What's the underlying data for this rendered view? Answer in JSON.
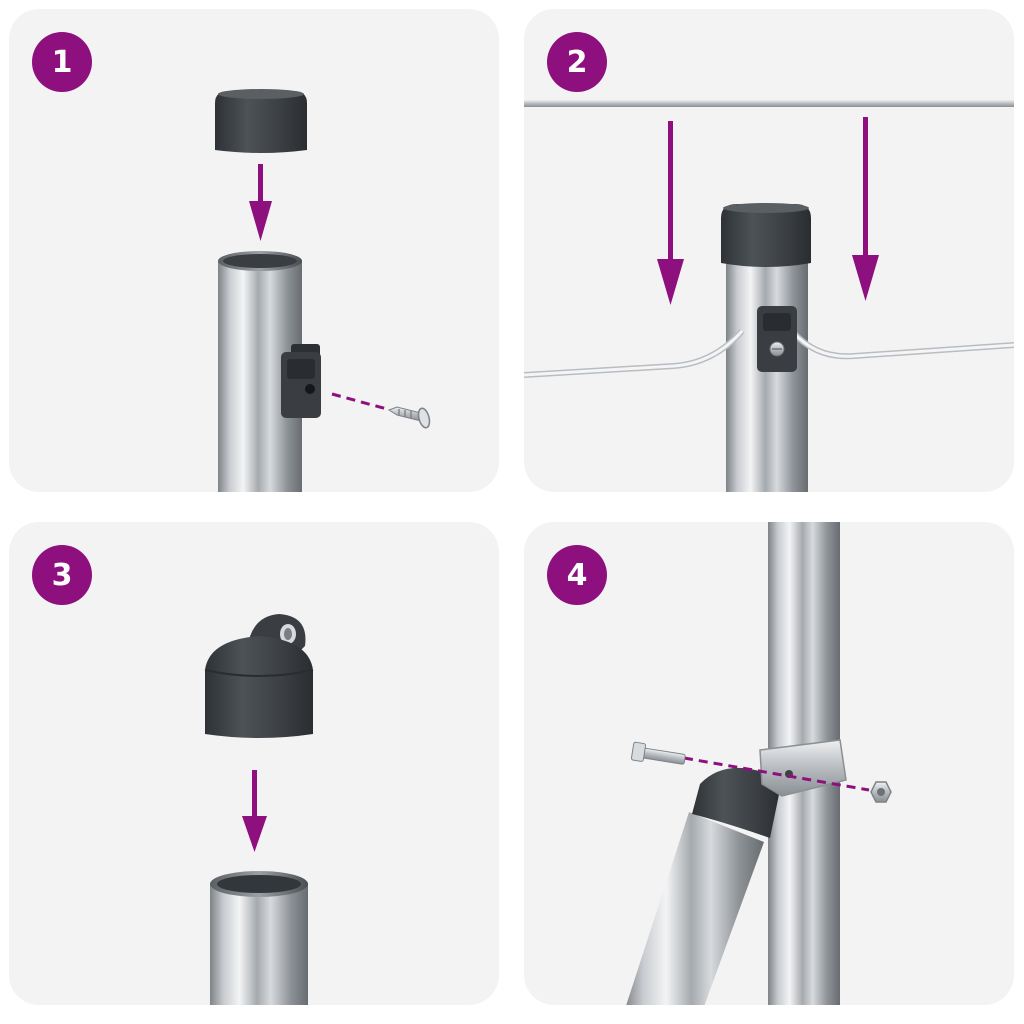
{
  "colors": {
    "accent": "#8e0f7e",
    "panel_bg": "#f3f3f3",
    "cap": "#3d4145",
    "steel_light": "#e2e4e6",
    "steel_dark": "#8c9196"
  },
  "steps": [
    {
      "number": "1",
      "icons": [
        "end-cap-icon",
        "arrow-down-icon",
        "steel-post-icon",
        "wire-clip-icon",
        "screw-icon"
      ]
    },
    {
      "number": "2",
      "icons": [
        "tension-wire-icon",
        "arrow-down-icon",
        "end-cap-icon",
        "wire-clip-icon"
      ]
    },
    {
      "number": "3",
      "icons": [
        "eyelet-cap-icon",
        "arrow-down-icon",
        "steel-post-icon"
      ]
    },
    {
      "number": "4",
      "icons": [
        "brace-post-icon",
        "bolt-icon",
        "pipe-clamp-icon",
        "nut-icon"
      ]
    }
  ]
}
